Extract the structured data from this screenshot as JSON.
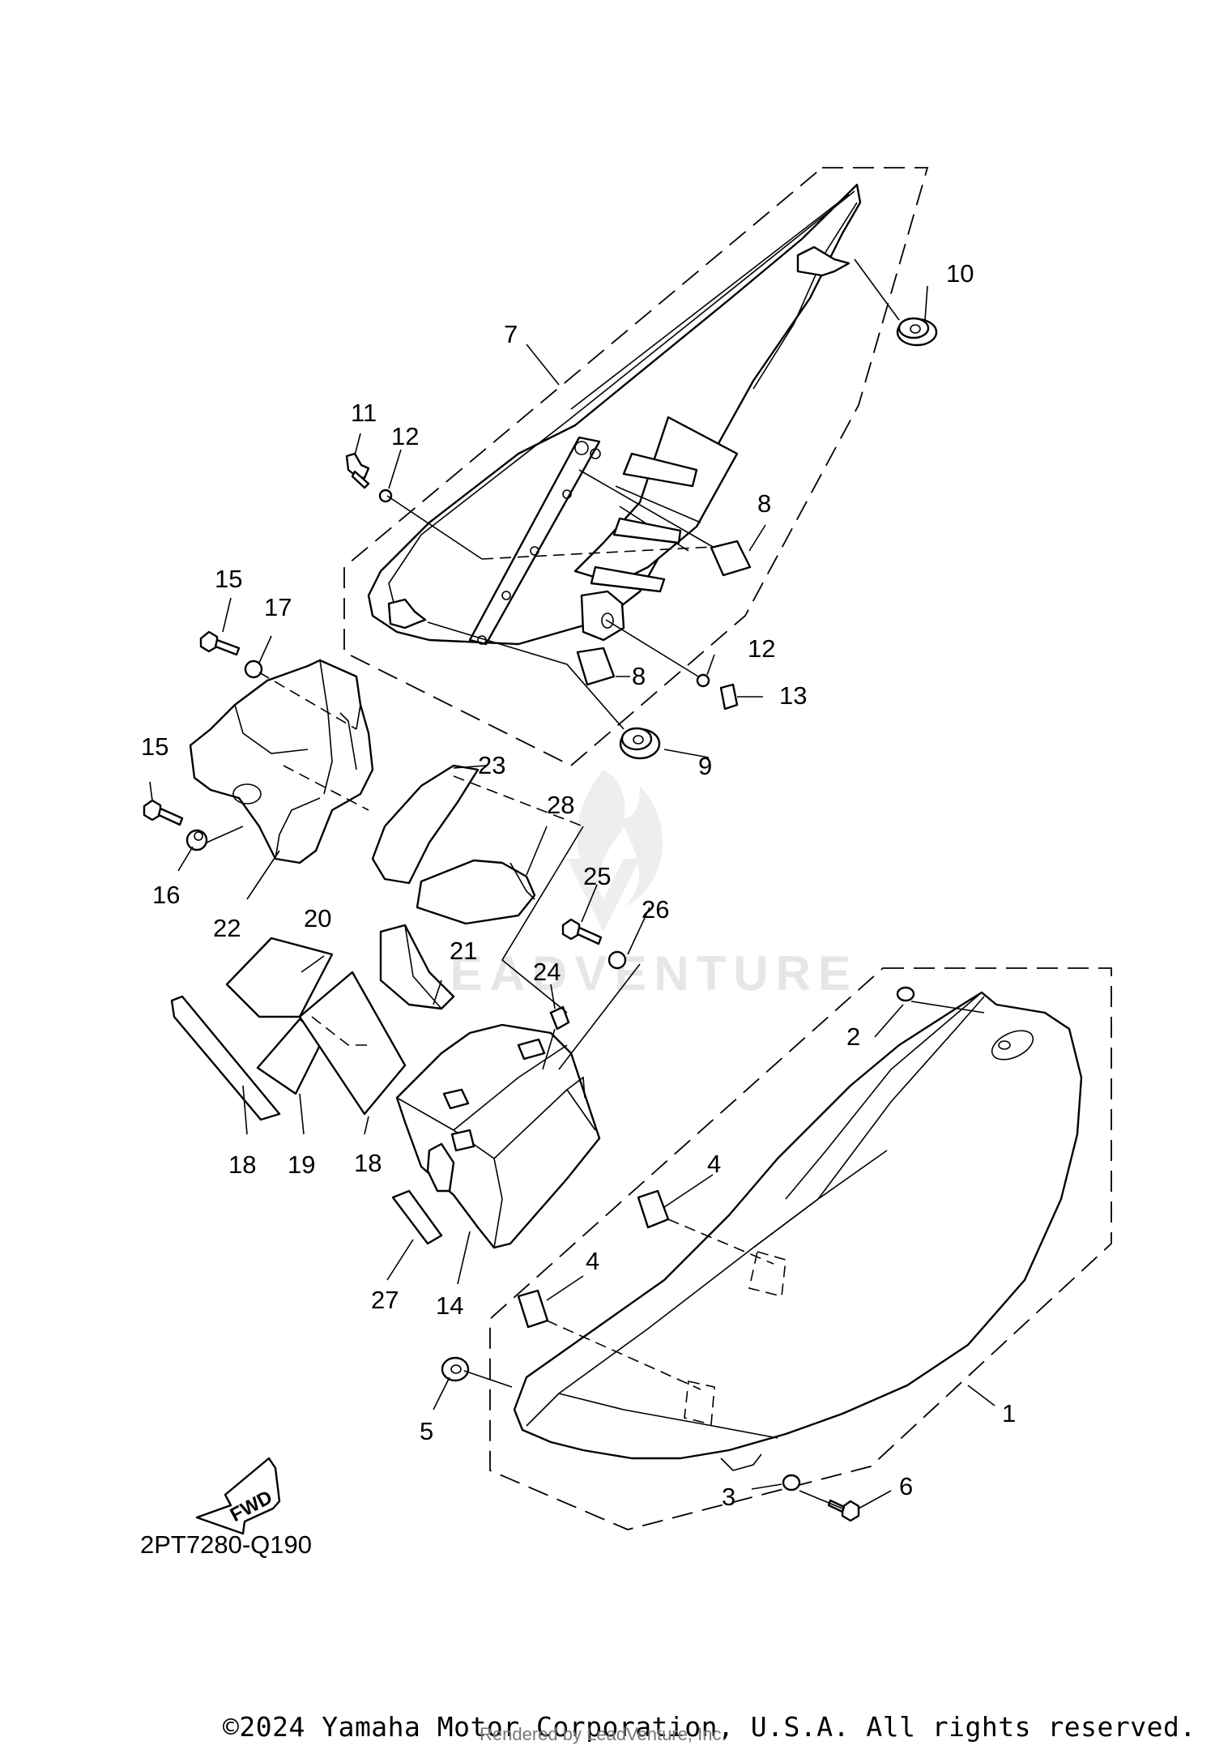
{
  "diagram_code": "2PT7280-Q190",
  "fwd_label": "FWD",
  "watermark": "LEADVENTURE",
  "copyright": "©2024 Yamaha Motor Corporation, U.S.A. All rights reserved.",
  "rendered_by": "Rendered by LeadVenture, Inc.",
  "callouts": {
    "c1": "1",
    "c2": "2",
    "c3": "3",
    "c4a": "4",
    "c4b": "4",
    "c5": "5",
    "c6": "6",
    "c7": "7",
    "c8a": "8",
    "c8b": "8",
    "c9": "9",
    "c10": "10",
    "c11": "11",
    "c12a": "12",
    "c12b": "12",
    "c13": "13",
    "c14": "14",
    "c15a": "15",
    "c15b": "15",
    "c16": "16",
    "c17": "17",
    "c18a": "18",
    "c18b": "18",
    "c19": "19",
    "c20": "20",
    "c21": "21",
    "c22": "22",
    "c23": "23",
    "c24": "24",
    "c25": "25",
    "c26": "26",
    "c27": "27",
    "c28": "28"
  }
}
